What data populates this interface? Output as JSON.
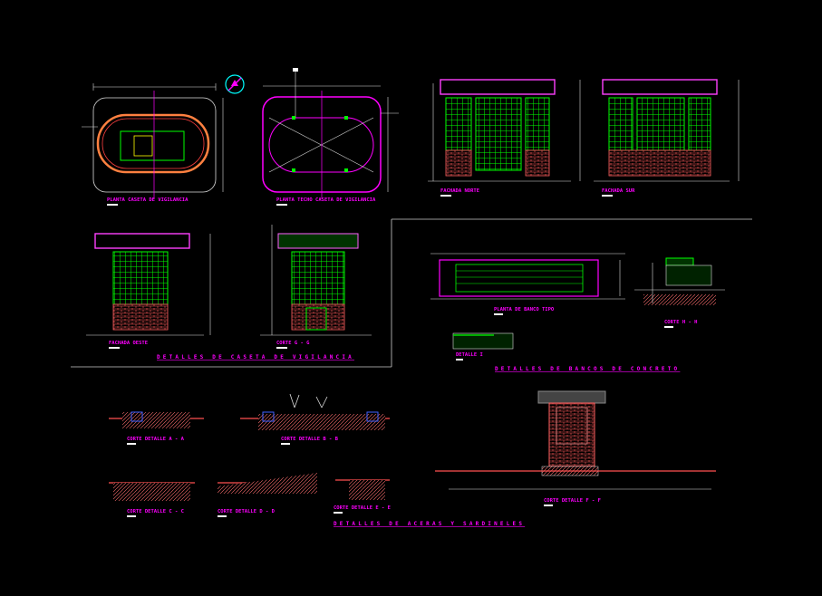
{
  "drawing": {
    "background": "#000000",
    "accent_color": "#ff00ff",
    "views": {
      "planta_caseta": "PLANTA CASETA DE VIGILANCIA",
      "planta_techo": "PLANTA TECHO CASETA DE VIGILANCIA",
      "fachada_norte": "FACHADA NORTE",
      "fachada_sur": "FACHADA SUR",
      "fachada_oeste": "FACHADA OESTE",
      "corte_g": "CORTE G - G",
      "planta_banco": "PLANTA DE BANCO TIPO",
      "corte_h": "CORTE H - H",
      "detalle_i": "DETALLE I",
      "corte_a": "CORTE DETALLE A - A",
      "corte_b": "CORTE DETALLE B - B",
      "corte_c": "CORTE DETALLE C - C",
      "corte_d": "CORTE DETALLE D - D",
      "corte_e": "CORTE DETALLE E - E",
      "corte_f": "CORTE DETALLE F - F"
    },
    "section_titles": {
      "caseta": "DETALLES DE CASETA DE VIGILANCIA",
      "bancos": "DETALLES DE BANCOS DE CONCRETO",
      "aceras": "DETALLES DE ACERAS Y SARDINELES"
    }
  }
}
